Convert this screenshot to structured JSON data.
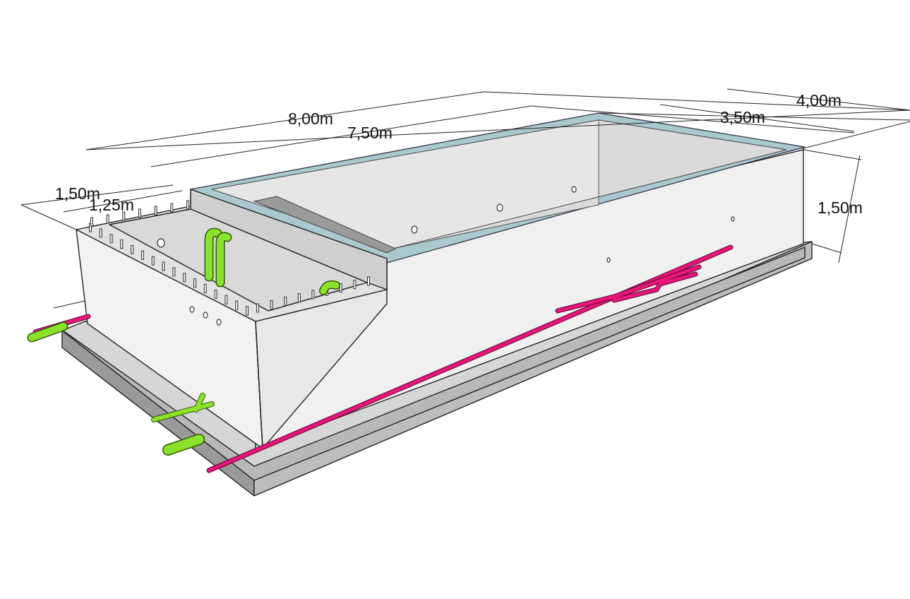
{
  "dimensions": {
    "overall_length": "8,00m",
    "pool_length": "7,50m",
    "overall_width": "4,00m",
    "pool_width": "3,50m",
    "tank_outer_width": "1,50m",
    "tank_inner_width": "1,25m",
    "height": "1,50m"
  },
  "colors": {
    "concrete_light": "#f0f0f0",
    "concrete_shade": "#e2e2e2",
    "base_slab_top": "#bdbdbd",
    "base_slab_side": "#8f8f8f",
    "coping_glass": "#a9c9cf",
    "pipe_magenta": "#e8157a",
    "pipe_green": "#8be22a"
  }
}
